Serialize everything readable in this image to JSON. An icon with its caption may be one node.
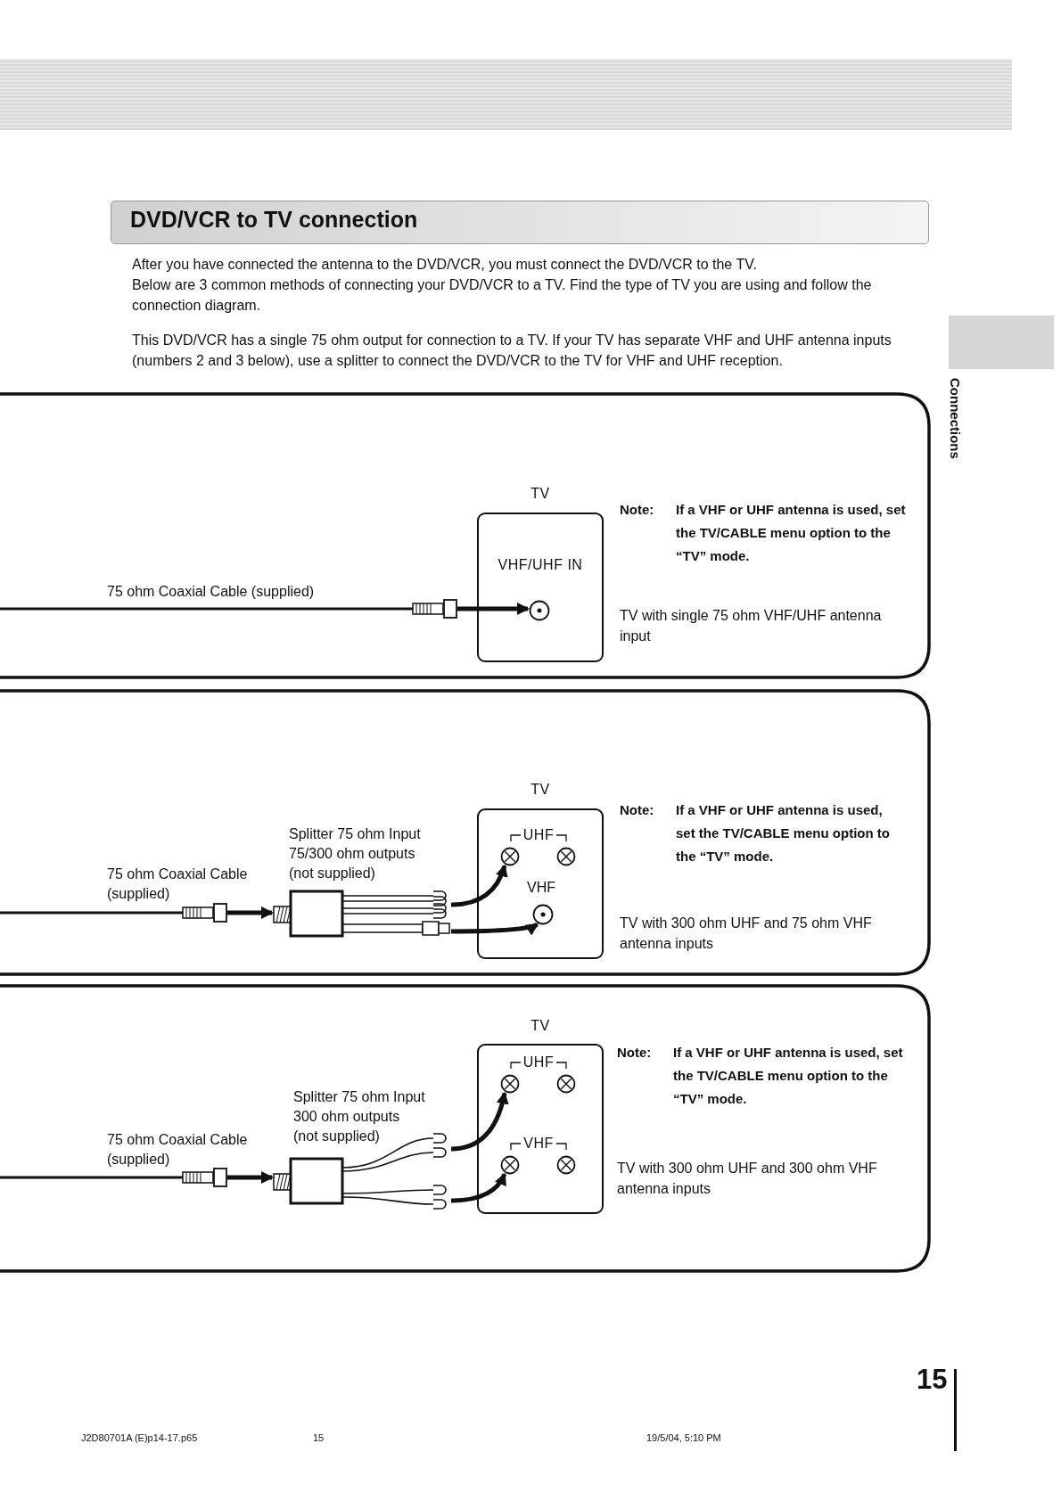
{
  "diagram": {
    "title": "DVD/VCR to TV connection",
    "nodes": [
      {
        "text": [],
        "shape": "plug",
        "beside": [
          "75 ohm Coaxial Cable (supplied)"
        ]
      },
      {
        "text": [
          "TV",
          "VHF/UHF IN"
        ]
      },
      {
        "text": [],
        "shape": "circle",
        "in": 1
      },
      {
        "text": [],
        "shape": "plug",
        "beside": [
          "75 ohm Coaxial Cable (supplied)"
        ]
      },
      {
        "text": [],
        "shape": "box",
        "beside": [
          "Splitter 75 ohm Input 75/300 ohm outputs (not supplied)"
        ]
      },
      {
        "text": [
          "TV"
        ]
      },
      {
        "text": [
          "UHF"
        ],
        "in": 5
      },
      {
        "text": [],
        "shape": "circle",
        "in": 6
      },
      {
        "text": [],
        "shape": "circle",
        "in": 6
      },
      {
        "text": [],
        "shape": "circle",
        "in": 5,
        "beside": [
          "VHF"
        ]
      },
      {
        "text": [],
        "shape": "plug",
        "beside": [
          "75 ohm Coaxial Cable (supplied)"
        ]
      },
      {
        "text": [],
        "shape": "box",
        "beside": [
          "Splitter 75 ohm Input 300 ohm outputs (not supplied)"
        ]
      },
      {
        "text": [
          "TV"
        ]
      },
      {
        "text": [
          "UHF"
        ],
        "in": 12
      },
      {
        "text": [],
        "shape": "circle",
        "in": 13
      },
      {
        "text": [],
        "shape": "circle",
        "in": 13
      },
      {
        "text": [
          "VHF"
        ],
        "in": 12
      },
      {
        "text": [],
        "shape": "circle",
        "in": 16
      },
      {
        "text": [],
        "shape": "circle",
        "in": 16
      }
    ],
    "edges": [
      {
        "from": 0,
        "to": 2,
        "arrow": "to"
      },
      {
        "from": 3,
        "to": 4,
        "arrow": "to"
      },
      {
        "from": 4,
        "to": 7,
        "arrow": "to"
      },
      {
        "from": 4,
        "to": 9,
        "arrow": "to"
      },
      {
        "from": 10,
        "to": 11,
        "arrow": "to"
      },
      {
        "from": 11,
        "to": 14,
        "arrow": "to"
      },
      {
        "from": 11,
        "to": 17,
        "arrow": "to"
      }
    ],
    "labels": [
      "After you have connected the antenna to the DVD/VCR, you must connect the DVD/VCR to the TV.",
      "Below are 3 common methods of connecting your DVD/VCR to a TV. Find the type of TV you are using and follow the connection diagram.",
      "This DVD/VCR has a single 75 ohm output for connection to a TV. If your TV has separate VHF and UHF antenna inputs (numbers 2 and 3 below), use a splitter to connect the DVD/VCR to the TV for VHF and UHF reception.",
      "Connections",
      "Note:",
      "If a VHF or UHF antenna is used, set the TV/CABLE menu option to the “TV” mode.",
      "TV with single 75 ohm VHF/UHF antenna input",
      "Note:",
      "If a VHF or UHF antenna is used, set the TV/CABLE menu option to the “TV” mode.",
      "TV with 300 ohm UHF and 75 ohm VHF antenna inputs",
      "Note:",
      "If a VHF or UHF antenna is used, set the TV/CABLE menu option to the “TV” mode.",
      "TV with 300 ohm UHF and 300 ohm VHF antenna inputs",
      "15",
      "J2D80701A (E)p14-17.p65",
      "15",
      "19/5/04, 5:10 PM"
    ]
  }
}
